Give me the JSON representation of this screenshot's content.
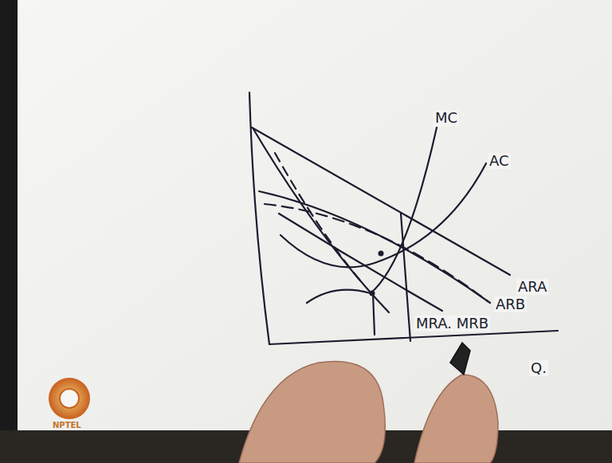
{
  "diagram": {
    "labels": [
      "MC",
      "AC",
      "ARA",
      "ARB",
      "MRA. MRB",
      "Q.",
      "NPTEL"
    ]
  }
}
